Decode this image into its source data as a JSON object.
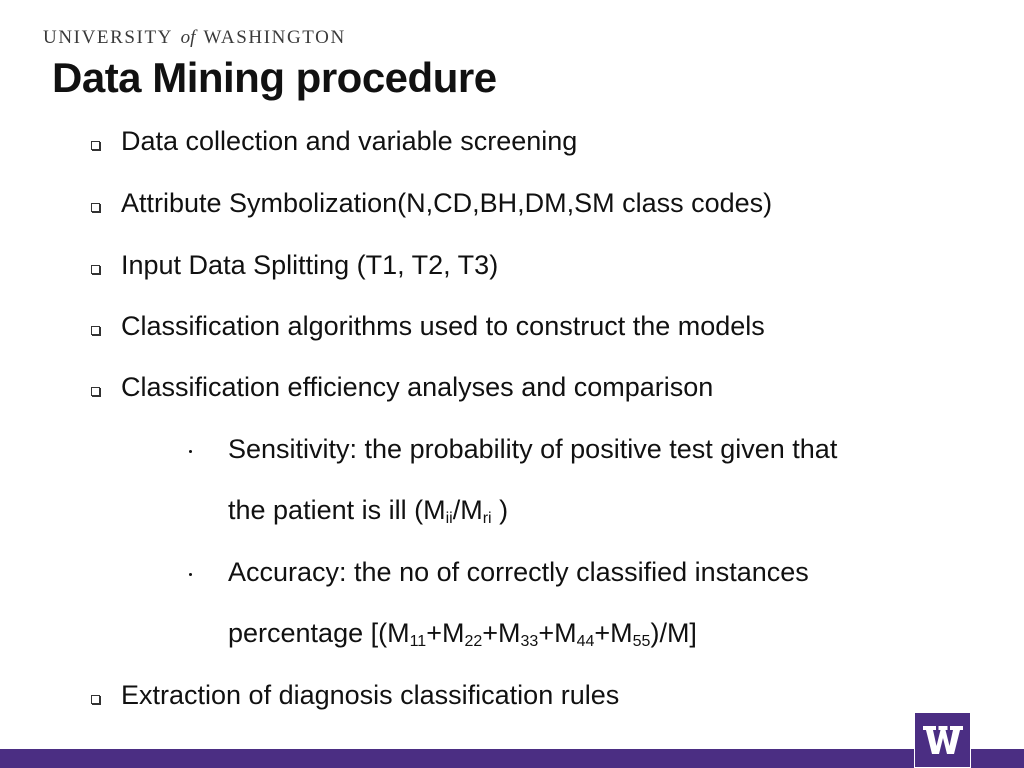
{
  "header": {
    "university_pre": "UNIVERSITY",
    "university_of": "of",
    "university_post": "WASHINGTON"
  },
  "slide": {
    "title": "Data Mining procedure",
    "bullets": [
      "Data collection and variable screening",
      "Attribute Symbolization(N,CD,BH,DM,SM class codes)",
      "Input Data Splitting (T1, T2, T3)",
      "Classification algorithms used to construct the models",
      "Classification efficiency analyses and comparison"
    ],
    "sub_bullets": {
      "sensitivity_line1": "Sensitivity: the probability of positive test given that",
      "sensitivity_line2": "the patient is ill (M",
      "sensitivity_sub1": "ii",
      "sensitivity_mid": "/M",
      "sensitivity_sub2": "ri",
      "sensitivity_end": " )",
      "accuracy_line1": "Accuracy:  the no of correctly classified instances",
      "accuracy_prefix": "percentage [(M",
      "accuracy_sub1": "11",
      "accuracy_plus2": "+M",
      "accuracy_sub2": "22",
      "accuracy_plus3": "+M",
      "accuracy_sub3": "33",
      "accuracy_plus4": "+M",
      "accuracy_sub4": "44",
      "accuracy_plus5": "+M",
      "accuracy_sub5": "55",
      "accuracy_suffix": ")/M]"
    },
    "last_bullet": "Extraction of  diagnosis classification rules"
  },
  "branding": {
    "logo_icon": "uw-w-logo-icon",
    "accent_color": "#4b2e83"
  }
}
